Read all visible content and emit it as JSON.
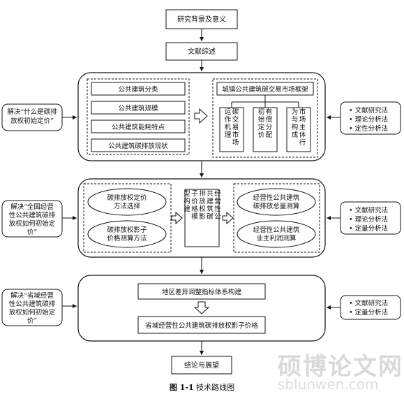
{
  "steps": {
    "background": "研究背景及意义",
    "review": "文献综述",
    "conclusion": "结论与展望"
  },
  "stage1": {
    "side_label": "解决“什么是碳排放权初始定价”",
    "items": [
      "公共建筑分类",
      "公共建筑规模",
      "公共建筑能耗特点",
      "公共建筑碳排放现状"
    ],
    "framework_title": "城镇公共建筑碳交易市场框架",
    "subboxes": [
      "碳交易市场运作机理",
      "有偿分配初始定价",
      "市场主体行为与构成"
    ],
    "methods": [
      "文献研究法",
      "理论分析法",
      "定性分析法"
    ]
  },
  "stage2": {
    "side_label": "解决“全国经营性公共建筑碳排放权如何初始定价”",
    "left_ovals": [
      "碳排放权定价方法选择",
      "碳排放权影子价格测算方法"
    ],
    "center_box": "经营性公共建筑碳排放权影子价格模型构建",
    "right_ovals": [
      "经营性公共建筑碳排放总量测算",
      "经营性公共建筑业主利润测算"
    ],
    "methods": [
      "文献研究法",
      "理论分析法",
      "定量分析法"
    ]
  },
  "stage3": {
    "side_label": "解决“省域经营性公共建筑碳排放权如何初始定价”",
    "box1": "地区差异调整指标体系构建",
    "box2": "省域经营性公共建筑碳排放权影子价格",
    "methods": [
      "文献研究法",
      "定量分析法"
    ]
  },
  "caption": {
    "figure_no": "图 1-1",
    "title": "技术路线图"
  },
  "watermark": {
    "main": "硕博论文网",
    "url": "sblunwen.com"
  }
}
